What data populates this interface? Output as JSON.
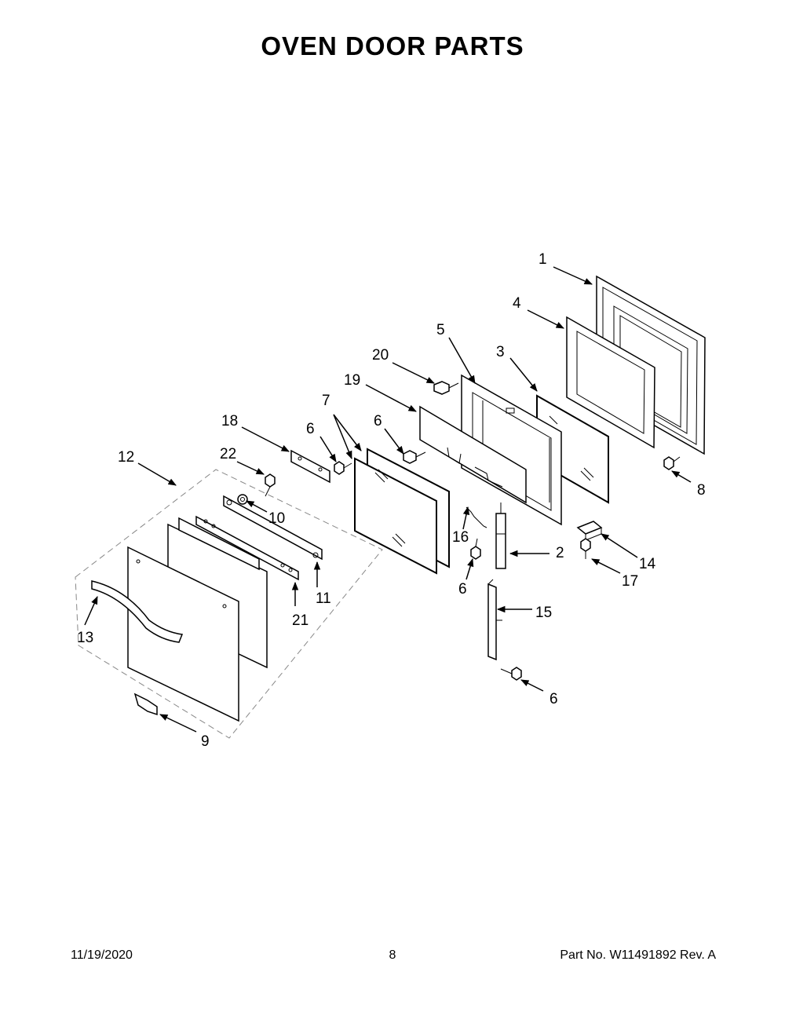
{
  "title": "OVEN DOOR PARTS",
  "footer": {
    "date": "11/19/2020",
    "page": "8",
    "part_number": "Part No.  W11491892  Rev.  A"
  },
  "callouts": [
    "1",
    "4",
    "5",
    "3",
    "20",
    "19",
    "7",
    "6",
    "18",
    "6",
    "12",
    "22",
    "10",
    "16",
    "2",
    "14",
    "17",
    "8",
    "11",
    "21",
    "6",
    "15",
    "13",
    "6",
    "9"
  ]
}
